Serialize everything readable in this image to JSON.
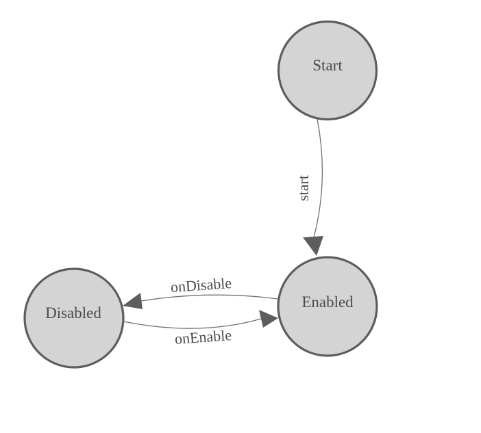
{
  "diagram": {
    "type": "state-machine",
    "colors": {
      "background": "#ffffff",
      "node_fill": "#d4d4d4",
      "node_border": "#5d5d5d",
      "edge_line": "#6f6f6f",
      "arrowhead": "#5d5d5d",
      "label_text": "#4c4c50"
    },
    "nodes": [
      {
        "id": "start",
        "label": "Start"
      },
      {
        "id": "enabled",
        "label": "Enabled"
      },
      {
        "id": "disabled",
        "label": "Disabled"
      }
    ],
    "edges": [
      {
        "id": "start-to-enabled",
        "from": "start",
        "to": "enabled",
        "label": "start"
      },
      {
        "id": "enabled-to-disabled",
        "from": "enabled",
        "to": "disabled",
        "label": "onDisable"
      },
      {
        "id": "disabled-to-enabled",
        "from": "disabled",
        "to": "enabled",
        "label": "onEnable"
      }
    ]
  }
}
